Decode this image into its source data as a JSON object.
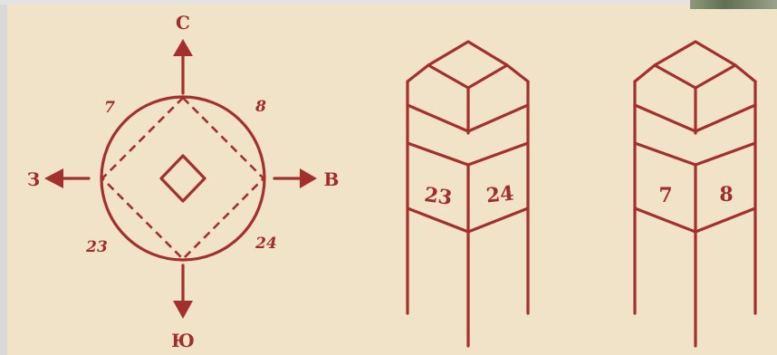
{
  "compass": {
    "north": "С",
    "east": "В",
    "west": "З",
    "south": "Ю",
    "corner_nw": "7",
    "corner_ne": "8",
    "corner_sw": "23",
    "corner_se": "24"
  },
  "pillar_south": {
    "left_face": "23",
    "right_face": "24"
  },
  "pillar_north": {
    "left_face": "7",
    "right_face": "8"
  },
  "colors": {
    "ink": "#a3302d",
    "paper": "#f1e3c8"
  }
}
